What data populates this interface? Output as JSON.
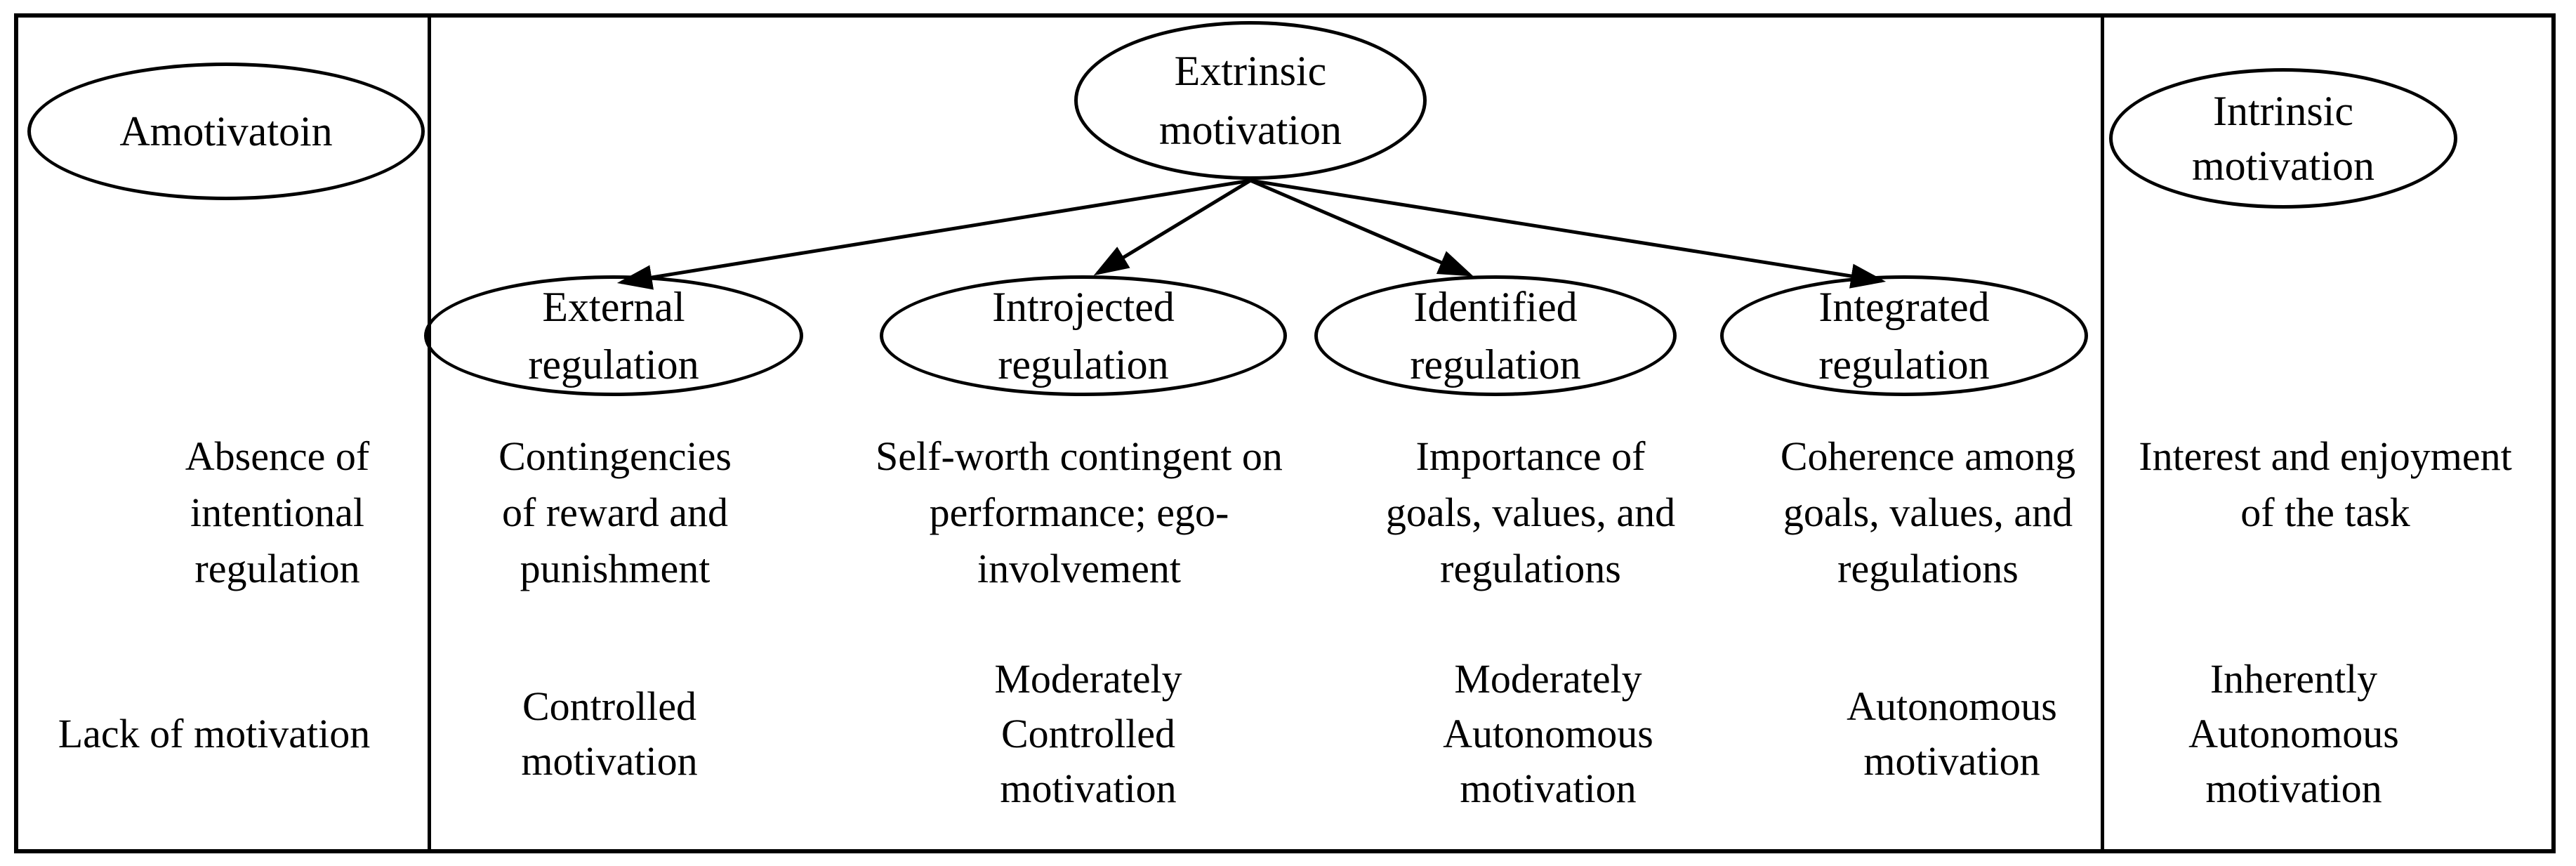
{
  "colors": {
    "line": "#000000",
    "background": "#ffffff",
    "text": "#000000"
  },
  "nodes": {
    "amotivation": {
      "label": "Amotivatoin"
    },
    "extrinsic": {
      "label": "Extrinsic\nmotivation"
    },
    "intrinsic": {
      "label": "Intrinsic\nmotivation"
    }
  },
  "regulations": [
    {
      "label": "External\nregulation"
    },
    {
      "label": "Introjected\nregulation"
    },
    {
      "label": "Identified\nregulation"
    },
    {
      "label": "Integrated\nregulation"
    }
  ],
  "descriptions": [
    {
      "text": "Absence of\nintentional\nregulation"
    },
    {
      "text": "Contingencies\nof reward and\npunishment"
    },
    {
      "text": "Self-worth contingent on\nperformance; ego-\ninvolvement"
    },
    {
      "text": "Importance of\ngoals, values, and\nregulations"
    },
    {
      "text": "Coherence among\ngoals, values, and\nregulations"
    },
    {
      "text": "Interest and enjoyment\nof the task"
    }
  ],
  "motivation_types": [
    {
      "text": "Lack of motivation"
    },
    {
      "text": "Controlled\nmotivation"
    },
    {
      "text": "Moderately\nControlled\nmotivation"
    },
    {
      "text": "Moderately\nAutonomous\nmotivation"
    },
    {
      "text": "Autonomous\nmotivation"
    },
    {
      "text": "Inherently\nAutonomous\nmotivation"
    }
  ]
}
